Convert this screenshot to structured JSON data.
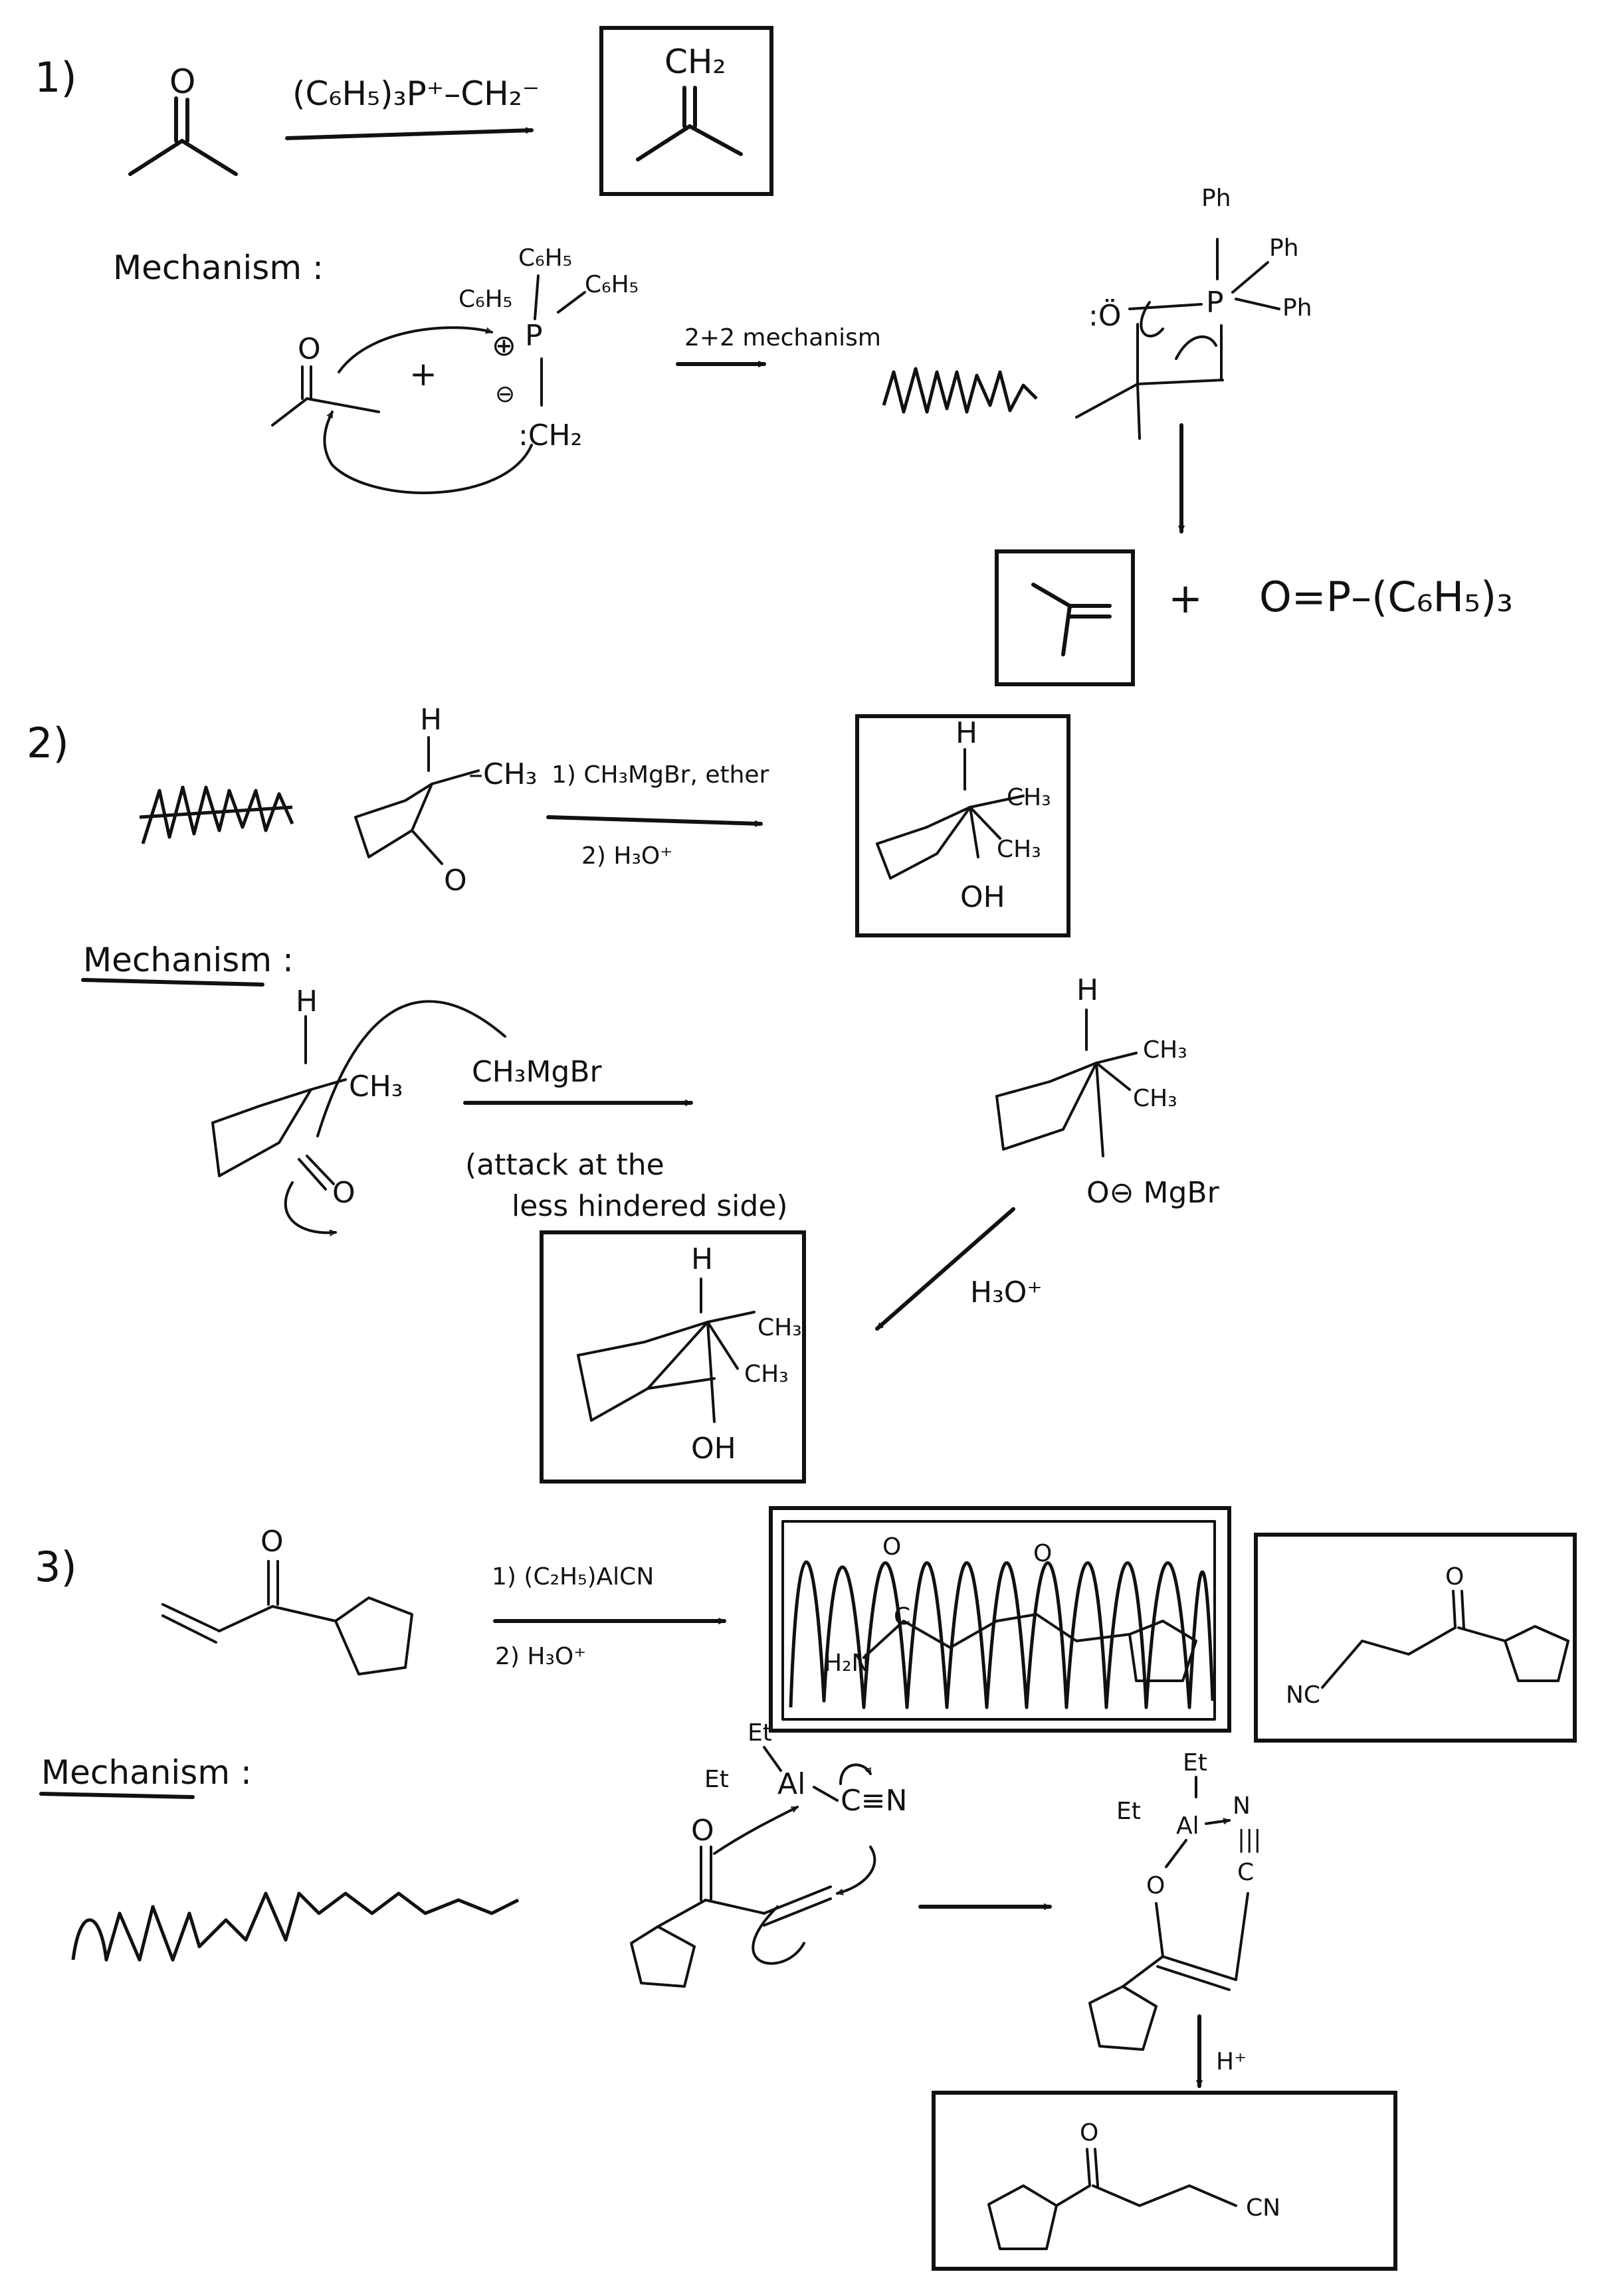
{
  "problem1": {
    "number": "1)",
    "reactant_o": "O",
    "reagent": "(C₆H₅)₃P⁺–CH₂⁻",
    "product_ch2": "CH₂",
    "mechanism_label": "Mechanism :",
    "ylide_c6h5_top": "C₆H₅",
    "ylide_c6h5_left": "C₆H₅",
    "ylide_c6h5_right": "C₆H₅",
    "ylide_p": "P",
    "ylide_plus": "⊕",
    "ylide_minus": "⊖",
    "ylide_ch2": ":CH₂",
    "plus_sign": "+",
    "mech_carbonyl_o": "O",
    "arrow_label": "2+2 mechanism",
    "ox_o": ":Ö",
    "ox_p": "P",
    "ox_ph_top": "Ph",
    "ox_ph_right1": "Ph",
    "ox_ph_right2": "Ph",
    "plus_products": "+",
    "byproduct": "O=P–(C₆H₅)₃"
  },
  "problem2": {
    "number": "2)",
    "start_h": "H",
    "start_ch3": "–CH₃",
    "start_o": "O",
    "reagent_step1": "1) CH₃MgBr, ether",
    "reagent_step2": "2) H₃O⁺",
    "prod_h": "H",
    "prod_ch3_a": "CH₃",
    "prod_ch3_b": "CH₃",
    "prod_oh": "OH",
    "mechanism_label": "Mechanism :",
    "mech_h": "H",
    "mech_ch3": "CH₃",
    "mech_o": "O",
    "mech_reagent": "CH₃MgBr",
    "mech_note_1": "(attack at the",
    "mech_note_2": "less hindered side)",
    "int_h": "H",
    "int_ch3_a": "CH₃",
    "int_ch3_b": "CH₃",
    "int_omgbr": "O⊖ MgBr",
    "h3o_label": "H₃O⁺",
    "final_h": "H",
    "final_ch3_a": "CH₃",
    "final_ch3_b": "CH₃",
    "final_oh": "OH"
  },
  "problem3": {
    "number": "3)",
    "start_o": "O",
    "reagent_step1": "1) (C₂H₅)AlCN",
    "reagent_step2": "2)  H₃O⁺",
    "crossed_o1": "O",
    "crossed_o2": "O",
    "crossed_h2n": "H₂N",
    "crossed_c": "C",
    "prod_o": "O",
    "prod_nc": "NC",
    "mechanism_label": "Mechanism :",
    "al_et_top": "Et",
    "al_et_left": "Et",
    "al_al": "Al",
    "al_cn": "C≡N",
    "enone_o": "O",
    "int_et_top": "Et",
    "int_et_left": "Et",
    "int_al": "Al",
    "int_n": "N",
    "int_triple": "|||",
    "int_c": "C",
    "int_o": "O",
    "hplus_label": "H⁺",
    "final_o": "O",
    "final_cn": "CN"
  }
}
